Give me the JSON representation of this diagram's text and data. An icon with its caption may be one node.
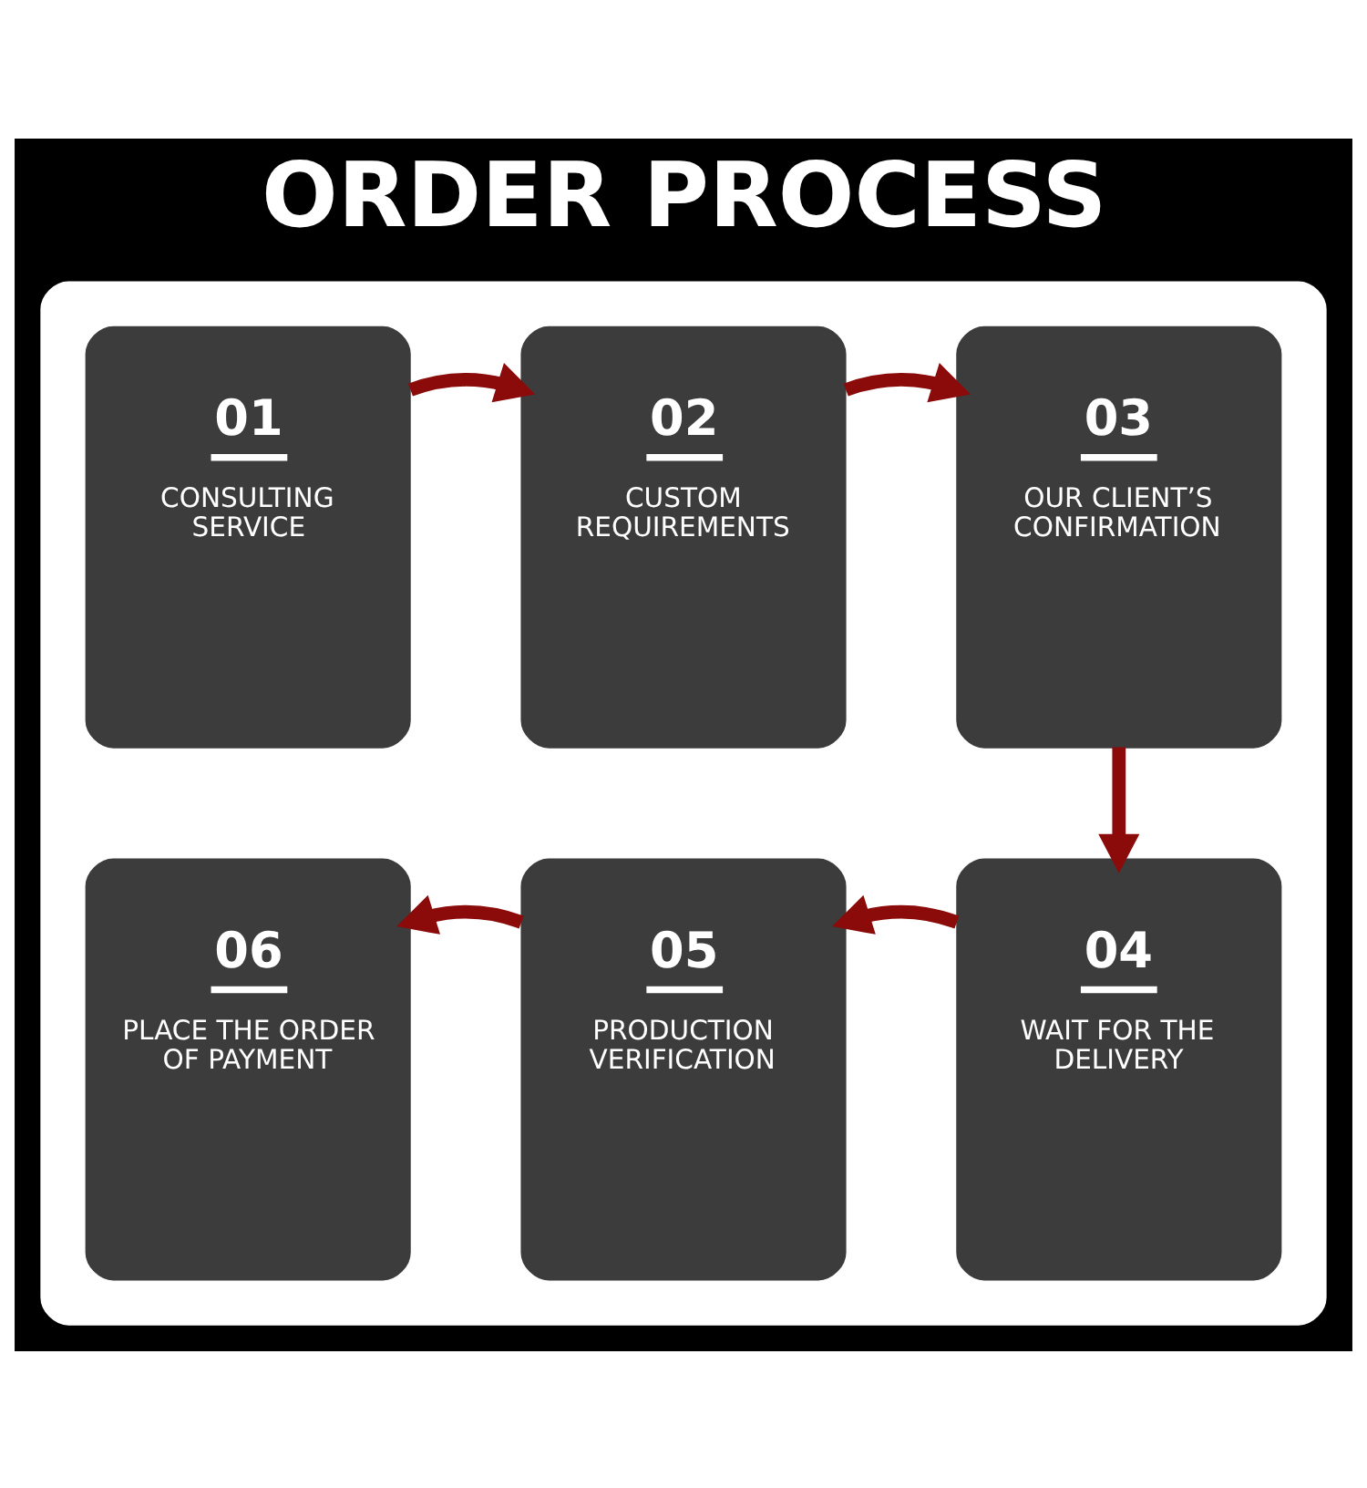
{
  "diagram": {
    "title": "ORDER PROCESS",
    "nodes": [
      {
        "text": [],
        "shape": "box"
      },
      {
        "text": [
          "01",
          "CONSULTING SERVICE"
        ],
        "in": 0
      },
      {
        "text": [
          "02",
          "CUSTOM REQUIREMENTS"
        ],
        "in": 0
      },
      {
        "text": [
          "03",
          "OUR CLIENT’S CONFIRMATION"
        ],
        "in": 0
      },
      {
        "text": [
          "06",
          "PLACE THE ORDER OF PAYMENT"
        ],
        "in": 0
      },
      {
        "text": [
          "05",
          "PRODUCTION VERIFICATION"
        ],
        "in": 0
      },
      {
        "text": [
          "04",
          "WAIT FOR THE DELIVERY"
        ],
        "in": 0
      }
    ],
    "edges": [
      {
        "from": 1,
        "to": 2,
        "arrow": "to"
      },
      {
        "from": 2,
        "to": 3,
        "arrow": "to"
      },
      {
        "from": 3,
        "to": 6,
        "arrow": "to"
      },
      {
        "from": 6,
        "to": 5,
        "arrow": "to"
      },
      {
        "from": 5,
        "to": 4,
        "arrow": "to"
      }
    ]
  }
}
